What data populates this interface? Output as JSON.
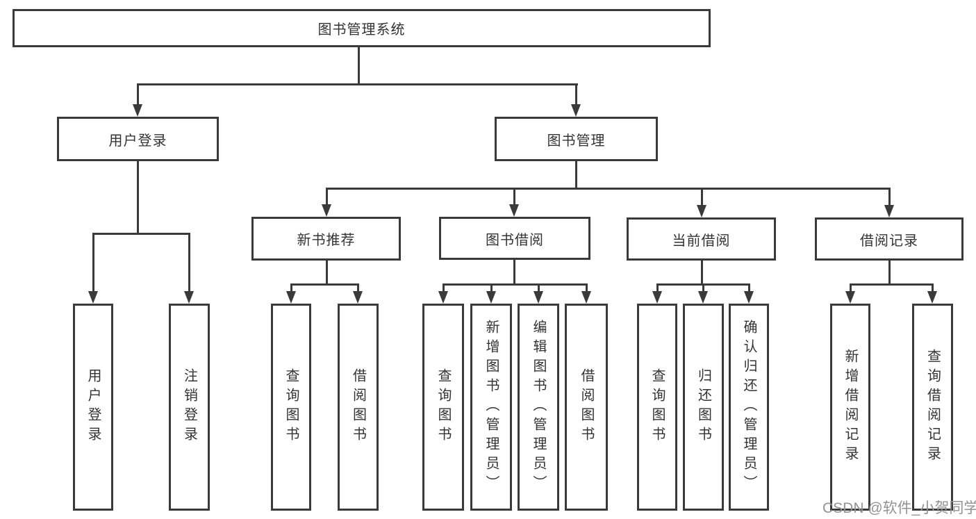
{
  "diagram": {
    "title_node": "图书管理系统",
    "root": {
      "label": "图书管理系统"
    },
    "branches": [
      {
        "label": "用户登录",
        "children": [
          {
            "label": "用户登录"
          },
          {
            "label": "注销登录"
          }
        ]
      },
      {
        "label": "图书管理",
        "children": [
          {
            "label": "新书推荐",
            "children": [
              {
                "label": "查询图书"
              },
              {
                "label": "借阅图书"
              }
            ]
          },
          {
            "label": "图书借阅",
            "children": [
              {
                "label": "查询图书"
              },
              {
                "label": "新增图书（管理员）"
              },
              {
                "label": "编辑图书（管理员）"
              },
              {
                "label": "借阅图书"
              }
            ]
          },
          {
            "label": "当前借阅",
            "children": [
              {
                "label": "查询图书"
              },
              {
                "label": "归还图书"
              },
              {
                "label": "确认归还（管理员）"
              }
            ]
          },
          {
            "label": "借阅记录",
            "children": [
              {
                "label": "新增借阅记录"
              },
              {
                "label": "查询借阅记录"
              }
            ]
          }
        ]
      }
    ]
  },
  "watermark": {
    "text": "CSDN @软件_小贺同学"
  },
  "colors": {
    "line": "#3a3a3a",
    "box_border": "#3a3a3a",
    "text": "#333333",
    "watermark": "#939393",
    "background": "#ffffff"
  }
}
